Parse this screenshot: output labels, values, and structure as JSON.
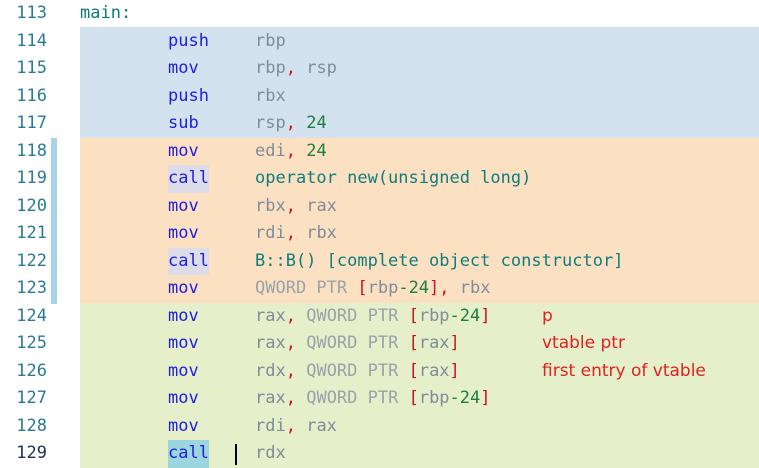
{
  "editor": {
    "colors": {
      "block_blue": "#d3e2ee",
      "block_orange": "#fce0c2",
      "block_green": "#e5efca",
      "gutter_marker": "#a8d3e8",
      "line_number": "#2a7a95",
      "line_number_current": "#16305c",
      "mnemonic": "#2020e0",
      "register": "#7f8c9c",
      "number": "#1a7f43",
      "punctuation": "#cc1122",
      "symbol": "#0e7d7d",
      "ptr_keyword": "#9aa3ab",
      "annotation": "#e02020",
      "selection": "#9bd5dd",
      "match_highlight": "#dcdde8"
    },
    "gutter_marker_lines": "118-123",
    "current_line": "129",
    "lines": [
      {
        "number": "113",
        "band": "none",
        "label": "main:",
        "mnemonic": "",
        "mnemonic_highlight": "none",
        "caret": false,
        "operands": []
      },
      {
        "number": "114",
        "band": "blue",
        "label": "",
        "mnemonic": "push",
        "mnemonic_highlight": "none",
        "caret": false,
        "operands": [
          {
            "text": "rbp",
            "kind": "reg"
          }
        ]
      },
      {
        "number": "115",
        "band": "blue",
        "label": "",
        "mnemonic": "mov",
        "mnemonic_highlight": "none",
        "caret": false,
        "operands": [
          {
            "text": "rbp",
            "kind": "reg"
          },
          {
            "text": ",",
            "kind": "pun"
          },
          {
            "text": " rsp",
            "kind": "reg"
          }
        ]
      },
      {
        "number": "116",
        "band": "blue",
        "label": "",
        "mnemonic": "push",
        "mnemonic_highlight": "none",
        "caret": false,
        "operands": [
          {
            "text": "rbx",
            "kind": "reg"
          }
        ]
      },
      {
        "number": "117",
        "band": "blue",
        "label": "",
        "mnemonic": "sub",
        "mnemonic_highlight": "none",
        "caret": false,
        "operands": [
          {
            "text": "rsp",
            "kind": "reg"
          },
          {
            "text": ",",
            "kind": "pun"
          },
          {
            "text": " ",
            "kind": "reg"
          },
          {
            "text": "24",
            "kind": "num"
          }
        ]
      },
      {
        "number": "118",
        "band": "orange",
        "label": "",
        "mnemonic": "mov",
        "mnemonic_highlight": "none",
        "caret": false,
        "operands": [
          {
            "text": "edi",
            "kind": "reg"
          },
          {
            "text": ",",
            "kind": "pun"
          },
          {
            "text": " ",
            "kind": "reg"
          },
          {
            "text": "24",
            "kind": "num"
          }
        ]
      },
      {
        "number": "119",
        "band": "orange",
        "label": "",
        "mnemonic": "call",
        "mnemonic_highlight": "grey",
        "caret": false,
        "operands": [
          {
            "text": "operator new(unsigned long)",
            "kind": "sym"
          }
        ]
      },
      {
        "number": "120",
        "band": "orange",
        "label": "",
        "mnemonic": "mov",
        "mnemonic_highlight": "none",
        "caret": false,
        "operands": [
          {
            "text": "rbx",
            "kind": "reg"
          },
          {
            "text": ",",
            "kind": "pun"
          },
          {
            "text": " rax",
            "kind": "reg"
          }
        ]
      },
      {
        "number": "121",
        "band": "orange",
        "label": "",
        "mnemonic": "mov",
        "mnemonic_highlight": "none",
        "caret": false,
        "operands": [
          {
            "text": "rdi",
            "kind": "reg"
          },
          {
            "text": ",",
            "kind": "pun"
          },
          {
            "text": " rbx",
            "kind": "reg"
          }
        ]
      },
      {
        "number": "122",
        "band": "orange",
        "label": "",
        "mnemonic": "call",
        "mnemonic_highlight": "grey",
        "caret": false,
        "operands": [
          {
            "text": "B::B() [complete object constructor]",
            "kind": "sym"
          }
        ]
      },
      {
        "number": "123",
        "band": "orange",
        "label": "",
        "mnemonic": "mov",
        "mnemonic_highlight": "none",
        "caret": false,
        "operands": [
          {
            "text": "QWORD PTR ",
            "kind": "ptr"
          },
          {
            "text": "[",
            "kind": "pun"
          },
          {
            "text": "rbp",
            "kind": "reg"
          },
          {
            "text": "-24",
            "kind": "num"
          },
          {
            "text": "]",
            "kind": "pun"
          },
          {
            "text": ",",
            "kind": "pun"
          },
          {
            "text": " rbx",
            "kind": "reg"
          }
        ]
      },
      {
        "number": "124",
        "band": "green",
        "label": "",
        "mnemonic": "mov",
        "mnemonic_highlight": "none",
        "caret": false,
        "operands": [
          {
            "text": "rax",
            "kind": "reg"
          },
          {
            "text": ",",
            "kind": "pun"
          },
          {
            "text": " ",
            "kind": "reg"
          },
          {
            "text": "QWORD PTR ",
            "kind": "ptr"
          },
          {
            "text": "[",
            "kind": "pun"
          },
          {
            "text": "rbp",
            "kind": "reg"
          },
          {
            "text": "-24",
            "kind": "num"
          },
          {
            "text": "]",
            "kind": "pun"
          }
        ]
      },
      {
        "number": "125",
        "band": "green",
        "label": "",
        "mnemonic": "mov",
        "mnemonic_highlight": "none",
        "caret": false,
        "operands": [
          {
            "text": "rax",
            "kind": "reg"
          },
          {
            "text": ",",
            "kind": "pun"
          },
          {
            "text": " ",
            "kind": "reg"
          },
          {
            "text": "QWORD PTR ",
            "kind": "ptr"
          },
          {
            "text": "[",
            "kind": "pun"
          },
          {
            "text": "rax",
            "kind": "reg"
          },
          {
            "text": "]",
            "kind": "pun"
          }
        ]
      },
      {
        "number": "126",
        "band": "green",
        "label": "",
        "mnemonic": "mov",
        "mnemonic_highlight": "none",
        "caret": false,
        "operands": [
          {
            "text": "rdx",
            "kind": "reg"
          },
          {
            "text": ",",
            "kind": "pun"
          },
          {
            "text": " ",
            "kind": "reg"
          },
          {
            "text": "QWORD PTR ",
            "kind": "ptr"
          },
          {
            "text": "[",
            "kind": "pun"
          },
          {
            "text": "rax",
            "kind": "reg"
          },
          {
            "text": "]",
            "kind": "pun"
          }
        ]
      },
      {
        "number": "127",
        "band": "green",
        "label": "",
        "mnemonic": "mov",
        "mnemonic_highlight": "none",
        "caret": false,
        "operands": [
          {
            "text": "rax",
            "kind": "reg"
          },
          {
            "text": ",",
            "kind": "pun"
          },
          {
            "text": " ",
            "kind": "reg"
          },
          {
            "text": "QWORD PTR ",
            "kind": "ptr"
          },
          {
            "text": "[",
            "kind": "pun"
          },
          {
            "text": "rbp",
            "kind": "reg"
          },
          {
            "text": "-24",
            "kind": "num"
          },
          {
            "text": "]",
            "kind": "pun"
          }
        ]
      },
      {
        "number": "128",
        "band": "green",
        "label": "",
        "mnemonic": "mov",
        "mnemonic_highlight": "none",
        "caret": false,
        "operands": [
          {
            "text": "rdi",
            "kind": "reg"
          },
          {
            "text": ",",
            "kind": "pun"
          },
          {
            "text": " rax",
            "kind": "reg"
          }
        ]
      },
      {
        "number": "129",
        "band": "green",
        "label": "",
        "mnemonic": "call",
        "mnemonic_highlight": "cyan",
        "caret": true,
        "operands": [
          {
            "text": "rdx",
            "kind": "reg"
          }
        ]
      }
    ],
    "annotations": [
      {
        "text": "p",
        "line": "124"
      },
      {
        "text": "vtable ptr",
        "line": "125"
      },
      {
        "text": "first entry of vtable",
        "line": "126"
      }
    ]
  }
}
